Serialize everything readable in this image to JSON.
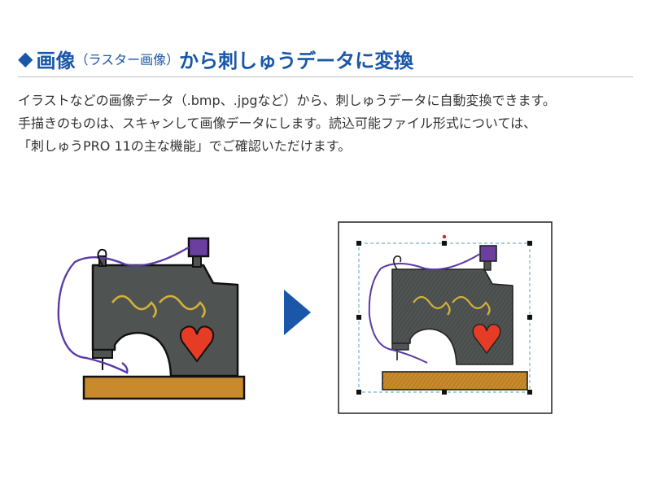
{
  "heading": {
    "bullet": "◆",
    "part1": "画像",
    "part2": "（ラスター画像）",
    "part3": "から刺しゅうデータに変換"
  },
  "description": {
    "line1": "イラストなどの画像データ（.bmp、.jpgなど）から、刺しゅうデータに自動変換できます。",
    "line2": "手描きのものは、スキャンして画像データにします。読込可能ファイル形式については、",
    "line3": "「刺しゅうPRO 11の主な機能」でご確認いただけます。"
  },
  "colors": {
    "accent": "#1a57a8",
    "machine_body": "#4f5453",
    "thread": "#5b3aa6",
    "spool": "#6b3fa0",
    "heart": "#e63b24",
    "swirl": "#d4b13a",
    "base": "#c98a2c",
    "selection": "#6fb7c9",
    "rotate_handle": "#e02020"
  },
  "icons": {
    "source": "sewing-machine-raster-image",
    "arrow": "right-triangle-arrow-icon",
    "result": "sewing-machine-embroidery-preview"
  }
}
